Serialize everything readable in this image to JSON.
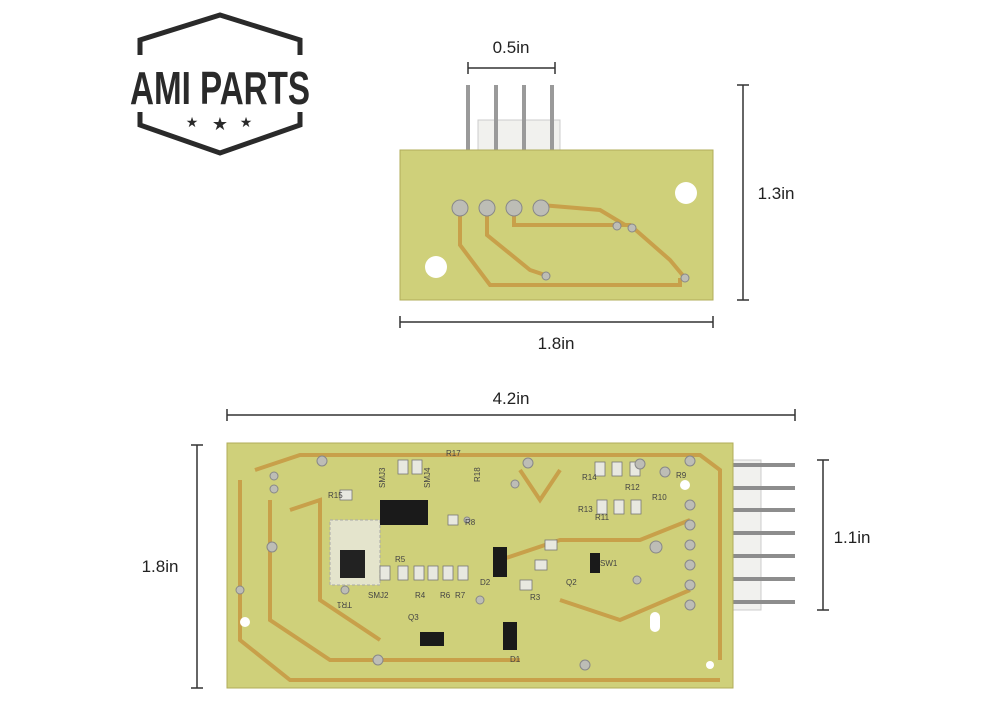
{
  "logo": {
    "text": "AMI PARTS"
  },
  "dimensions": {
    "small_connector_width": "0.5in",
    "small_board_height": "1.3in",
    "small_board_width": "1.8in",
    "large_board_width": "4.2in",
    "large_board_height": "1.8in",
    "large_connector_height": "1.1in"
  },
  "silkscreen": [
    "SMJ3",
    "SMJ4",
    "R17",
    "R18",
    "R15",
    "R8",
    "TR1",
    "SMJ2",
    "Q2",
    "Q3",
    "D1",
    "D2",
    "R9",
    "R10",
    "R11",
    "R12",
    "R13",
    "R14",
    "SW1",
    "R3",
    "R4",
    "R5",
    "R6",
    "R7"
  ],
  "colors": {
    "board": "#cfd07a",
    "trace": "#c8a04a",
    "dimension": "#333333"
  }
}
